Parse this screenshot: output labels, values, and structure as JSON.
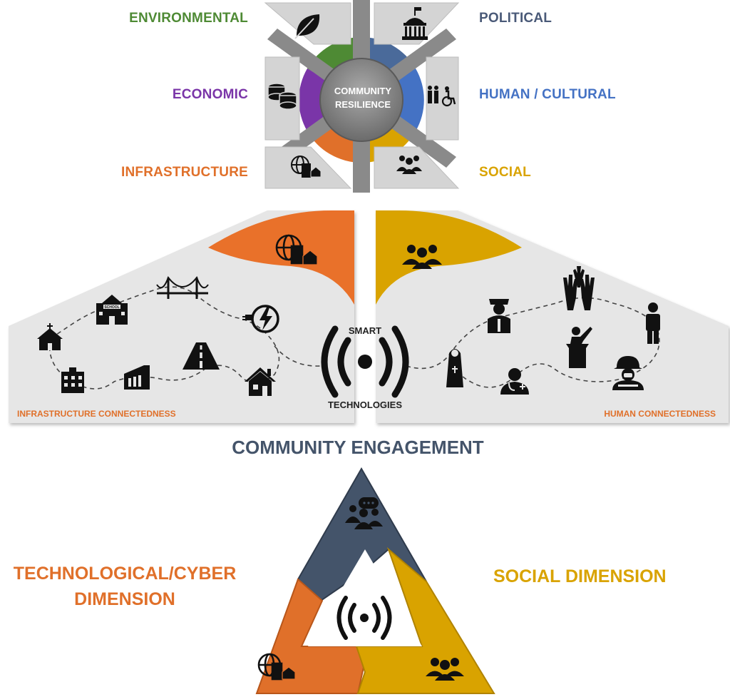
{
  "dimensions": {
    "environmental": {
      "label": "ENVIRONMENTAL",
      "color": "#4e8a34",
      "icon": "leaf-icon"
    },
    "political": {
      "label": "POLITICAL",
      "color": "#4a5a78",
      "icon": "capitol-icon"
    },
    "economic": {
      "label": "ECONOMIC",
      "color": "#7a35a8",
      "icon": "coins-icon"
    },
    "human_cultural": {
      "label": "HUMAN / CULTURAL",
      "color": "#4472c4",
      "icon": "family-accessibility-icon"
    },
    "infrastructure": {
      "label": "INFRASTRUCTURE",
      "color": "#e0702a",
      "icon": "globe-building-icon"
    },
    "social": {
      "label": "SOCIAL",
      "color": "#d9a300",
      "icon": "group-icon"
    }
  },
  "hub": {
    "line1": "COMMUNITY",
    "line2": "RESILIENCE"
  },
  "connectedness": {
    "smart_line1": "SMART",
    "smart_line2": "TECHNOLOGIES",
    "infrastructure_label": "INFRASTRUCTURE CONNECTEDNESS",
    "human_label": "HUMAN CONNECTEDNESS",
    "infrastructure_icons": [
      "church-icon",
      "hospital-icon",
      "school-icon",
      "bridge-icon",
      "warehouse-icon",
      "road-icon",
      "power-plug-icon",
      "house-icon"
    ],
    "human_icons": [
      "nun-icon",
      "police-officer-icon",
      "doctor-icon",
      "raised-hands-icon",
      "speaker-podium-icon",
      "person-icon",
      "firefighter-icon"
    ]
  },
  "engagement": {
    "title": "COMMUNITY ENGAGEMENT",
    "tech_dimension_line1": "TECHNOLOGICAL/CYBER",
    "tech_dimension_line2": "DIMENSION",
    "social_dimension": "SOCIAL DIMENSION",
    "colors": {
      "navy": "#44546a",
      "orange": "#e0702a",
      "gold": "#d9a300"
    }
  }
}
